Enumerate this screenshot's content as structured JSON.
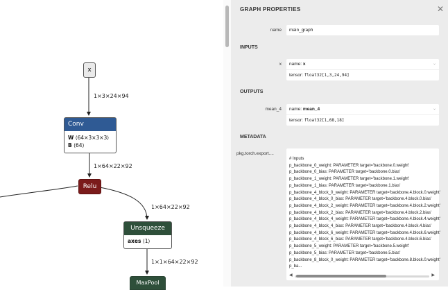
{
  "graph": {
    "nodes": {
      "input_x": "x",
      "conv": {
        "title": "Conv",
        "attrs": [
          {
            "name": "W",
            "value": "⟨64×3×3×3⟩"
          },
          {
            "name": "B",
            "value": "⟨64⟩"
          }
        ]
      },
      "relu": "Relu",
      "unsqueeze": {
        "title": "Unsqueeze",
        "attrs": [
          {
            "name": "axes",
            "value": "⟨1⟩"
          }
        ]
      },
      "maxpool": "MaxPool"
    },
    "edges": {
      "x_to_conv": "1×3×24×94",
      "conv_to_relu": "1×64×22×92",
      "relu_to_unsqueeze": "1×64×22×92",
      "unsqueeze_to_maxpool": "1×1×64×22×92"
    }
  },
  "panel": {
    "title": "GRAPH PROPERTIES",
    "close_glyph": "✕",
    "name_label": "name",
    "name_value": "main_graph",
    "inputs_header": "INPUTS",
    "input": {
      "label": "x",
      "name_prefix": "name:",
      "name": "x",
      "tensor_prefix": "tensor:",
      "tensor": "float32[1,3,24,94]"
    },
    "outputs_header": "OUTPUTS",
    "output": {
      "label": "mean_4",
      "name_prefix": "name:",
      "name": "mean_4",
      "tensor_prefix": "tensor:",
      "tensor": "float32[1,68,18]"
    },
    "metadata_header": "METADATA",
    "metadata_key": "pkg.torch.export....",
    "metadata_lines": [
      "# Inputs",
      "p_backbone_0_weight: PARAMETER target='backbone.0.weight'",
      "p_backbone_0_bias: PARAMETER target='backbone.0.bias'",
      "p_backbone_1_weight: PARAMETER target='backbone.1.weight'",
      "p_backbone_1_bias: PARAMETER target='backbone.1.bias'",
      "p_backbone_4_block_0_weight: PARAMETER target='backbone.4.block.0.weight'",
      "p_backbone_4_block_0_bias: PARAMETER target='backbone.4.block.0.bias'",
      "p_backbone_4_block_2_weight: PARAMETER target='backbone.4.block.2.weight'",
      "p_backbone_4_block_2_bias: PARAMETER target='backbone.4.block.2.bias'",
      "p_backbone_4_block_4_weight: PARAMETER target='backbone.4.block.4.weight'",
      "p_backbone_4_block_4_bias: PARAMETER target='backbone.4.block.4.bias'",
      "p_backbone_4_block_6_weight: PARAMETER target='backbone.4.block.6.weight'",
      "p_backbone_4_block_6_bias: PARAMETER target='backbone.4.block.6.bias'",
      "p_backbone_5_weight: PARAMETER target='backbone.5.weight'",
      "p_backbone_5_bias: PARAMETER target='backbone.5.bias'",
      "p_backbone_8_block_0_weight: PARAMETER target='backbone.8.block.0.weight'",
      "p_ba..."
    ],
    "scroll_left_glyph": "◀",
    "scroll_right_glyph": "▶"
  },
  "colors": {
    "conv_header": "#2f5a94",
    "relu": "#7b1b1b",
    "unsqueeze_header": "#2e4f3a",
    "panel_bg": "#ececec"
  }
}
